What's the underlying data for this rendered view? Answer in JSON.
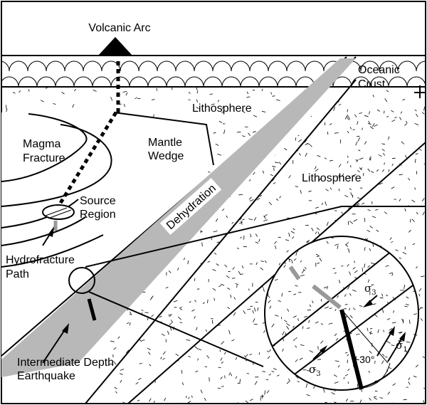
{
  "labels": {
    "volcanic_arc": "Volcanic Arc",
    "oceanic_crust_1": "Oceanic",
    "oceanic_crust_2": "Crust",
    "lithosphere_upper": "Lithosphere",
    "lithosphere_lower": "Lithosphere",
    "magma_fracture_1": "Magma",
    "magma_fracture_2": "Fracture",
    "mantle_wedge_1": "Mantle",
    "mantle_wedge_2": "Wedge",
    "source_region_1": "Source",
    "source_region_2": "Region",
    "hydrofracture_1": "Hydrofracture",
    "hydrofracture_2": "Path",
    "dehydration": "Dehydration",
    "earthquake_1": "Intermediate Depth",
    "earthquake_2": "Earthquake"
  },
  "inset": {
    "sigma": "σ",
    "sigma1_sub": "1",
    "sigma3_sub": "3",
    "angle": "~30°"
  },
  "colors": {
    "ink": "#000000",
    "dehydration_band": "#b8b8b8",
    "paper": "#ffffff"
  }
}
